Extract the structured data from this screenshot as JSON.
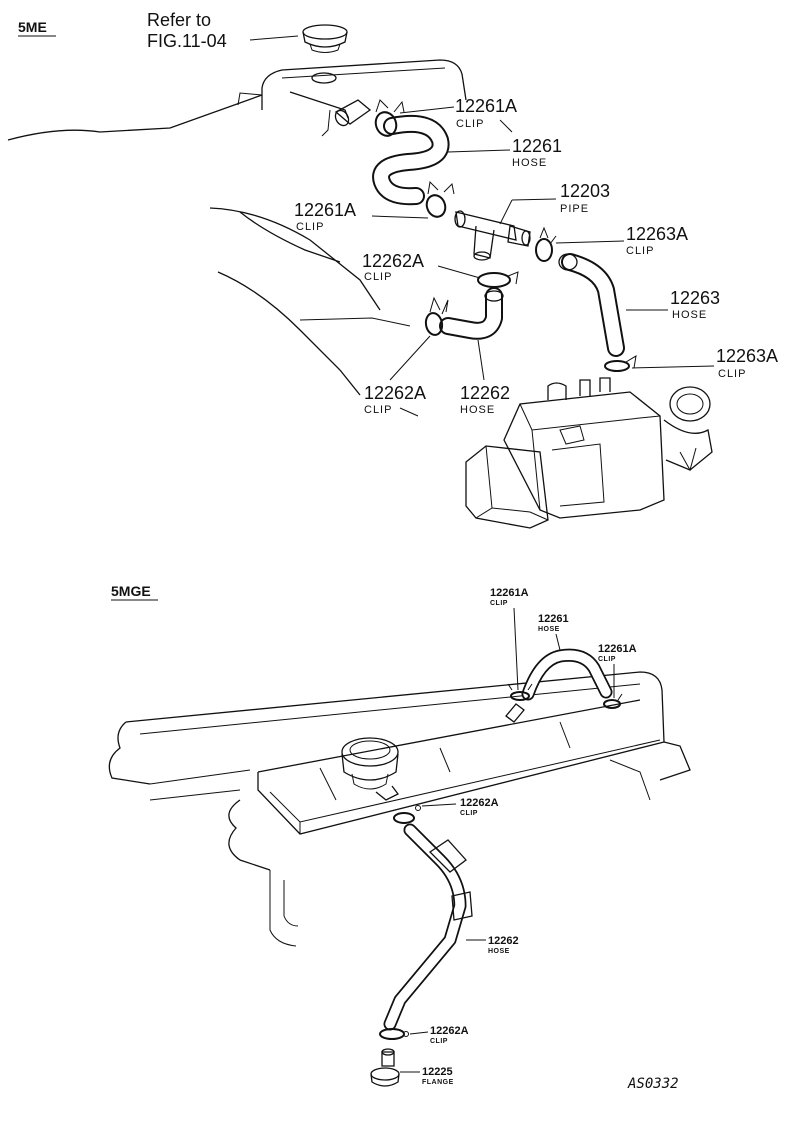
{
  "variants": {
    "top": "5ME",
    "bottom": "5MGE"
  },
  "reference": {
    "line1": "Refer to",
    "line2": "FIG.11-04"
  },
  "parts_5me": [
    {
      "number": "12261A",
      "name": "CLIP"
    },
    {
      "number": "12261",
      "name": "HOSE"
    },
    {
      "number": "12203",
      "name": "PIPE"
    },
    {
      "number": "12261A",
      "name": "CLIP"
    },
    {
      "number": "12263A",
      "name": "CLIP"
    },
    {
      "number": "12262A",
      "name": "CLIP"
    },
    {
      "number": "12263",
      "name": "HOSE"
    },
    {
      "number": "12263A",
      "name": "CLIP"
    },
    {
      "number": "12262A",
      "name": "CLIP"
    },
    {
      "number": "12262",
      "name": "HOSE"
    }
  ],
  "parts_5mge": [
    {
      "number": "12261A",
      "name": "CLIP"
    },
    {
      "number": "12261",
      "name": "HOSE"
    },
    {
      "number": "12261A",
      "name": "CLIP"
    },
    {
      "number": "12262A",
      "name": "CLIP"
    },
    {
      "number": "12262",
      "name": "HOSE"
    },
    {
      "number": "12262A",
      "name": "CLIP"
    },
    {
      "number": "12225",
      "name": "FLANGE"
    }
  ],
  "drawing_code": "AS0332"
}
